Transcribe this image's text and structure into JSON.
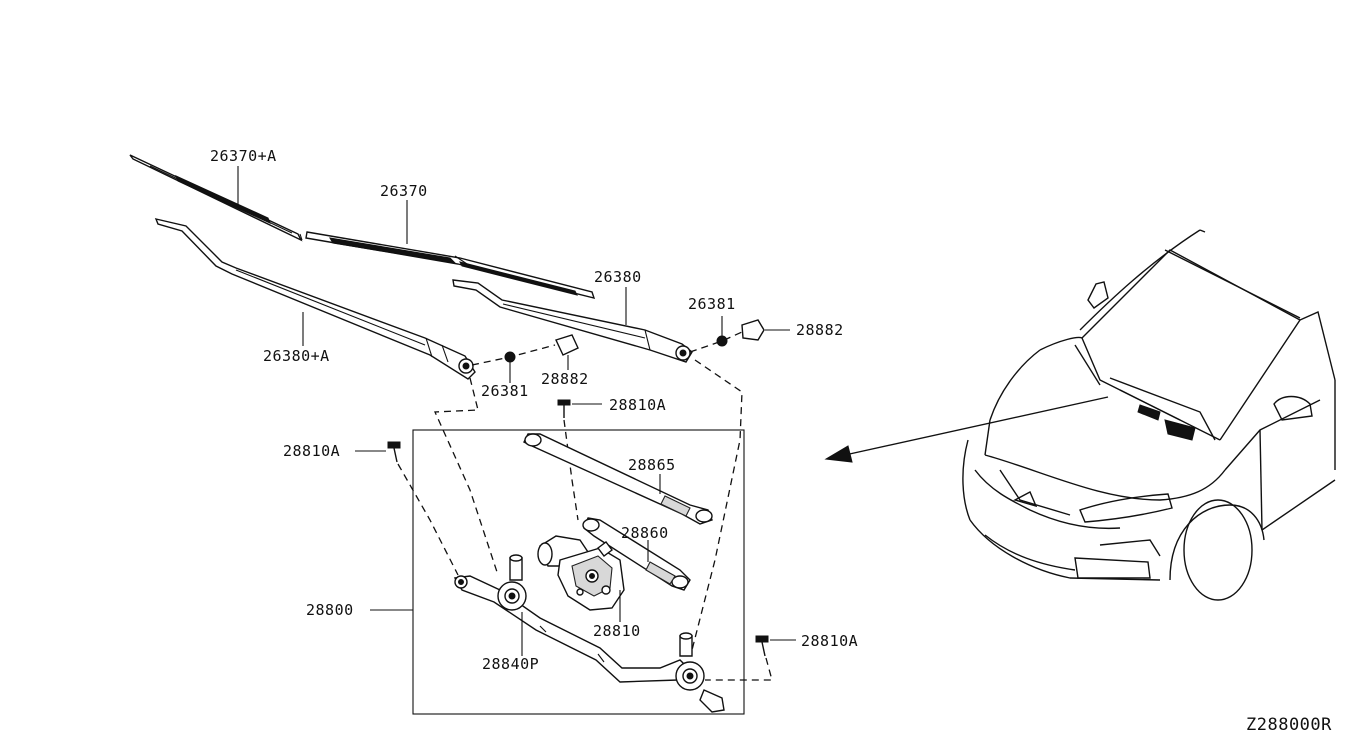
{
  "diagram_code": "Z288000R",
  "callouts": {
    "blade_lh": "26370+A",
    "blade_rh": "26370",
    "arm_lh": "26380+A",
    "arm_rh": "26380",
    "nut_lh": "26381",
    "nut_rh": "26381",
    "cap_lh": "28882",
    "cap_rh": "28882",
    "bolt_top": "28810A",
    "bolt_left": "28810A",
    "bolt_right": "28810A",
    "link_long": "28865",
    "link_short": "28860",
    "linkage_assy": "28800",
    "motor": "28810",
    "pivot": "28840P"
  }
}
